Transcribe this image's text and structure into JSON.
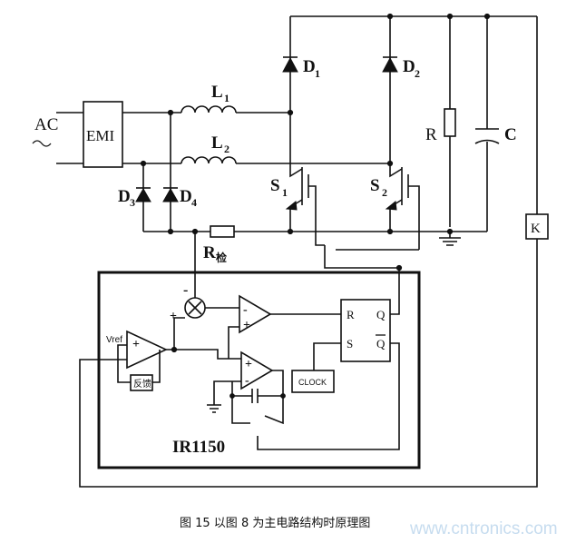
{
  "labels": {
    "ac": "AC",
    "emi": "EMI",
    "l1": "L",
    "l1_sub": "1",
    "l2": "L",
    "l2_sub": "2",
    "d1": "D",
    "d1_sub": "1",
    "d2": "D",
    "d2_sub": "2",
    "d3": "D",
    "d3_sub": "3",
    "d4": "D",
    "d4_sub": "4",
    "s1": "S",
    "s1_sub": "1",
    "s2": "S",
    "s2_sub": "2",
    "r": "R",
    "c": "C",
    "k": "K",
    "rsense": "R",
    "rsense_sub": "检",
    "vref": "Vref",
    "feedback": "反馈",
    "clock": "CLOCK",
    "ff_r": "R",
    "ff_s": "S",
    "ff_q": "Q",
    "ff_qbar": "Q",
    "chip": "IR1150",
    "minus": "-",
    "plus": "+"
  },
  "caption": "图 15  以图 8 为主电路结构时原理图",
  "watermark": "www.cntronics.com"
}
